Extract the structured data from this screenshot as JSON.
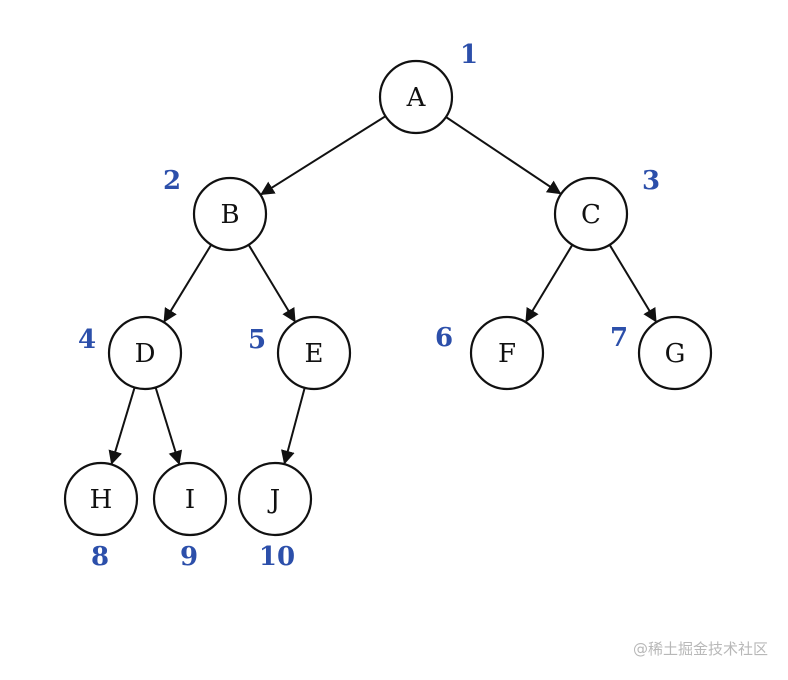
{
  "tree": {
    "node_style": {
      "stroke": "#111111",
      "fill": "#ffffff"
    },
    "index_color": "#2c4faa",
    "nodes": [
      {
        "id": "A",
        "label": "A",
        "index": "1"
      },
      {
        "id": "B",
        "label": "B",
        "index": "2"
      },
      {
        "id": "C",
        "label": "C",
        "index": "3"
      },
      {
        "id": "D",
        "label": "D",
        "index": "4"
      },
      {
        "id": "E",
        "label": "E",
        "index": "5"
      },
      {
        "id": "F",
        "label": "F",
        "index": "6"
      },
      {
        "id": "G",
        "label": "G",
        "index": "7"
      },
      {
        "id": "H",
        "label": "H",
        "index": "8"
      },
      {
        "id": "I",
        "label": "I",
        "index": "9"
      },
      {
        "id": "J",
        "label": "J",
        "index": "10"
      }
    ],
    "edges": [
      {
        "from": "A",
        "to": "B"
      },
      {
        "from": "A",
        "to": "C"
      },
      {
        "from": "B",
        "to": "D"
      },
      {
        "from": "B",
        "to": "E"
      },
      {
        "from": "C",
        "to": "F"
      },
      {
        "from": "C",
        "to": "G"
      },
      {
        "from": "D",
        "to": "H"
      },
      {
        "from": "D",
        "to": "I"
      },
      {
        "from": "E",
        "to": "J"
      }
    ]
  },
  "watermark": "@稀土掘金技术社区"
}
